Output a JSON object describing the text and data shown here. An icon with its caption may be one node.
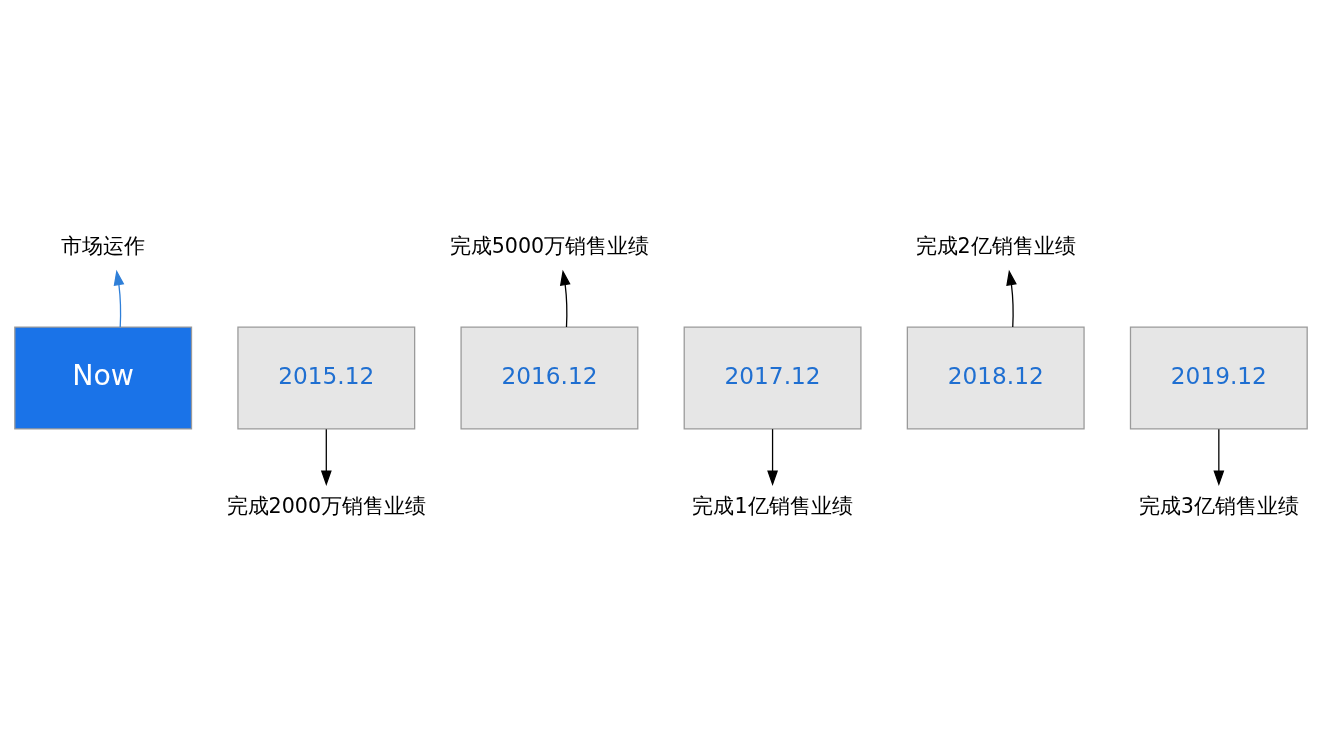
{
  "diagram": {
    "nodes": [
      {
        "text": [
          "市场运作"
        ]
      },
      {
        "text": [
          "Now"
        ]
      },
      {
        "text": [
          "2015.12"
        ]
      },
      {
        "text": [
          "2016.12"
        ]
      },
      {
        "text": [
          "2017.12"
        ]
      },
      {
        "text": [
          "2018.12"
        ]
      },
      {
        "text": [
          "2019.12"
        ]
      },
      {
        "text": [
          "完成5000万销售业绩"
        ]
      },
      {
        "text": [
          "完成2亿销售业绩"
        ]
      },
      {
        "text": [
          "完成2000万销售业绩"
        ]
      },
      {
        "text": [
          "完成1亿销售业绩"
        ]
      },
      {
        "text": [
          "完成3亿销售业绩"
        ]
      }
    ],
    "edges": [
      {
        "from": 1,
        "to": 0,
        "arrow": "to",
        "color": "#2f7fd8"
      },
      {
        "from": 2,
        "to": 9,
        "arrow": "to"
      },
      {
        "from": 3,
        "to": 7,
        "arrow": "to"
      },
      {
        "from": 4,
        "to": 10,
        "arrow": "to"
      },
      {
        "from": 5,
        "to": 8,
        "arrow": "to"
      },
      {
        "from": 6,
        "to": 11,
        "arrow": "to"
      }
    ]
  }
}
